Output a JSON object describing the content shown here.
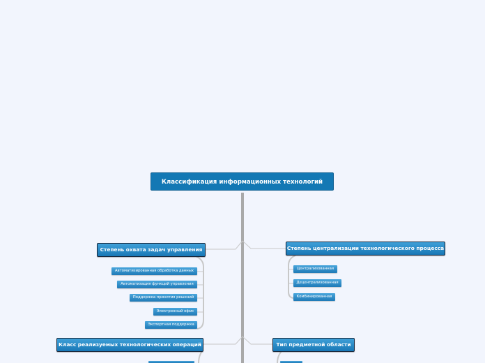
{
  "root": {
    "label": "Классификация информационных технологий"
  },
  "branches": {
    "coverage": {
      "label": "Степень охвата задач управления",
      "items": [
        "Автоматизированная обработка данных",
        "Автоматизация функций управления",
        "Поддержка принятия решений",
        "Электронный офис",
        "Экспертная поддержка"
      ]
    },
    "centralization": {
      "label": "Степень централизации технологического процесса",
      "items": [
        "Централизованная",
        "Децентрализованная",
        "Комбинированная"
      ]
    },
    "operations": {
      "label": "Класс реализуемых технологических операций"
    },
    "subject_area": {
      "label": "Тип предметной области"
    }
  },
  "colors": {
    "background": "#f2f5fd",
    "root_fill": "#1378b4",
    "node_fill": "#2a8ccb",
    "node_border": "#17263a",
    "trunk": "#a9a9a9",
    "connector": "#cccccc"
  }
}
